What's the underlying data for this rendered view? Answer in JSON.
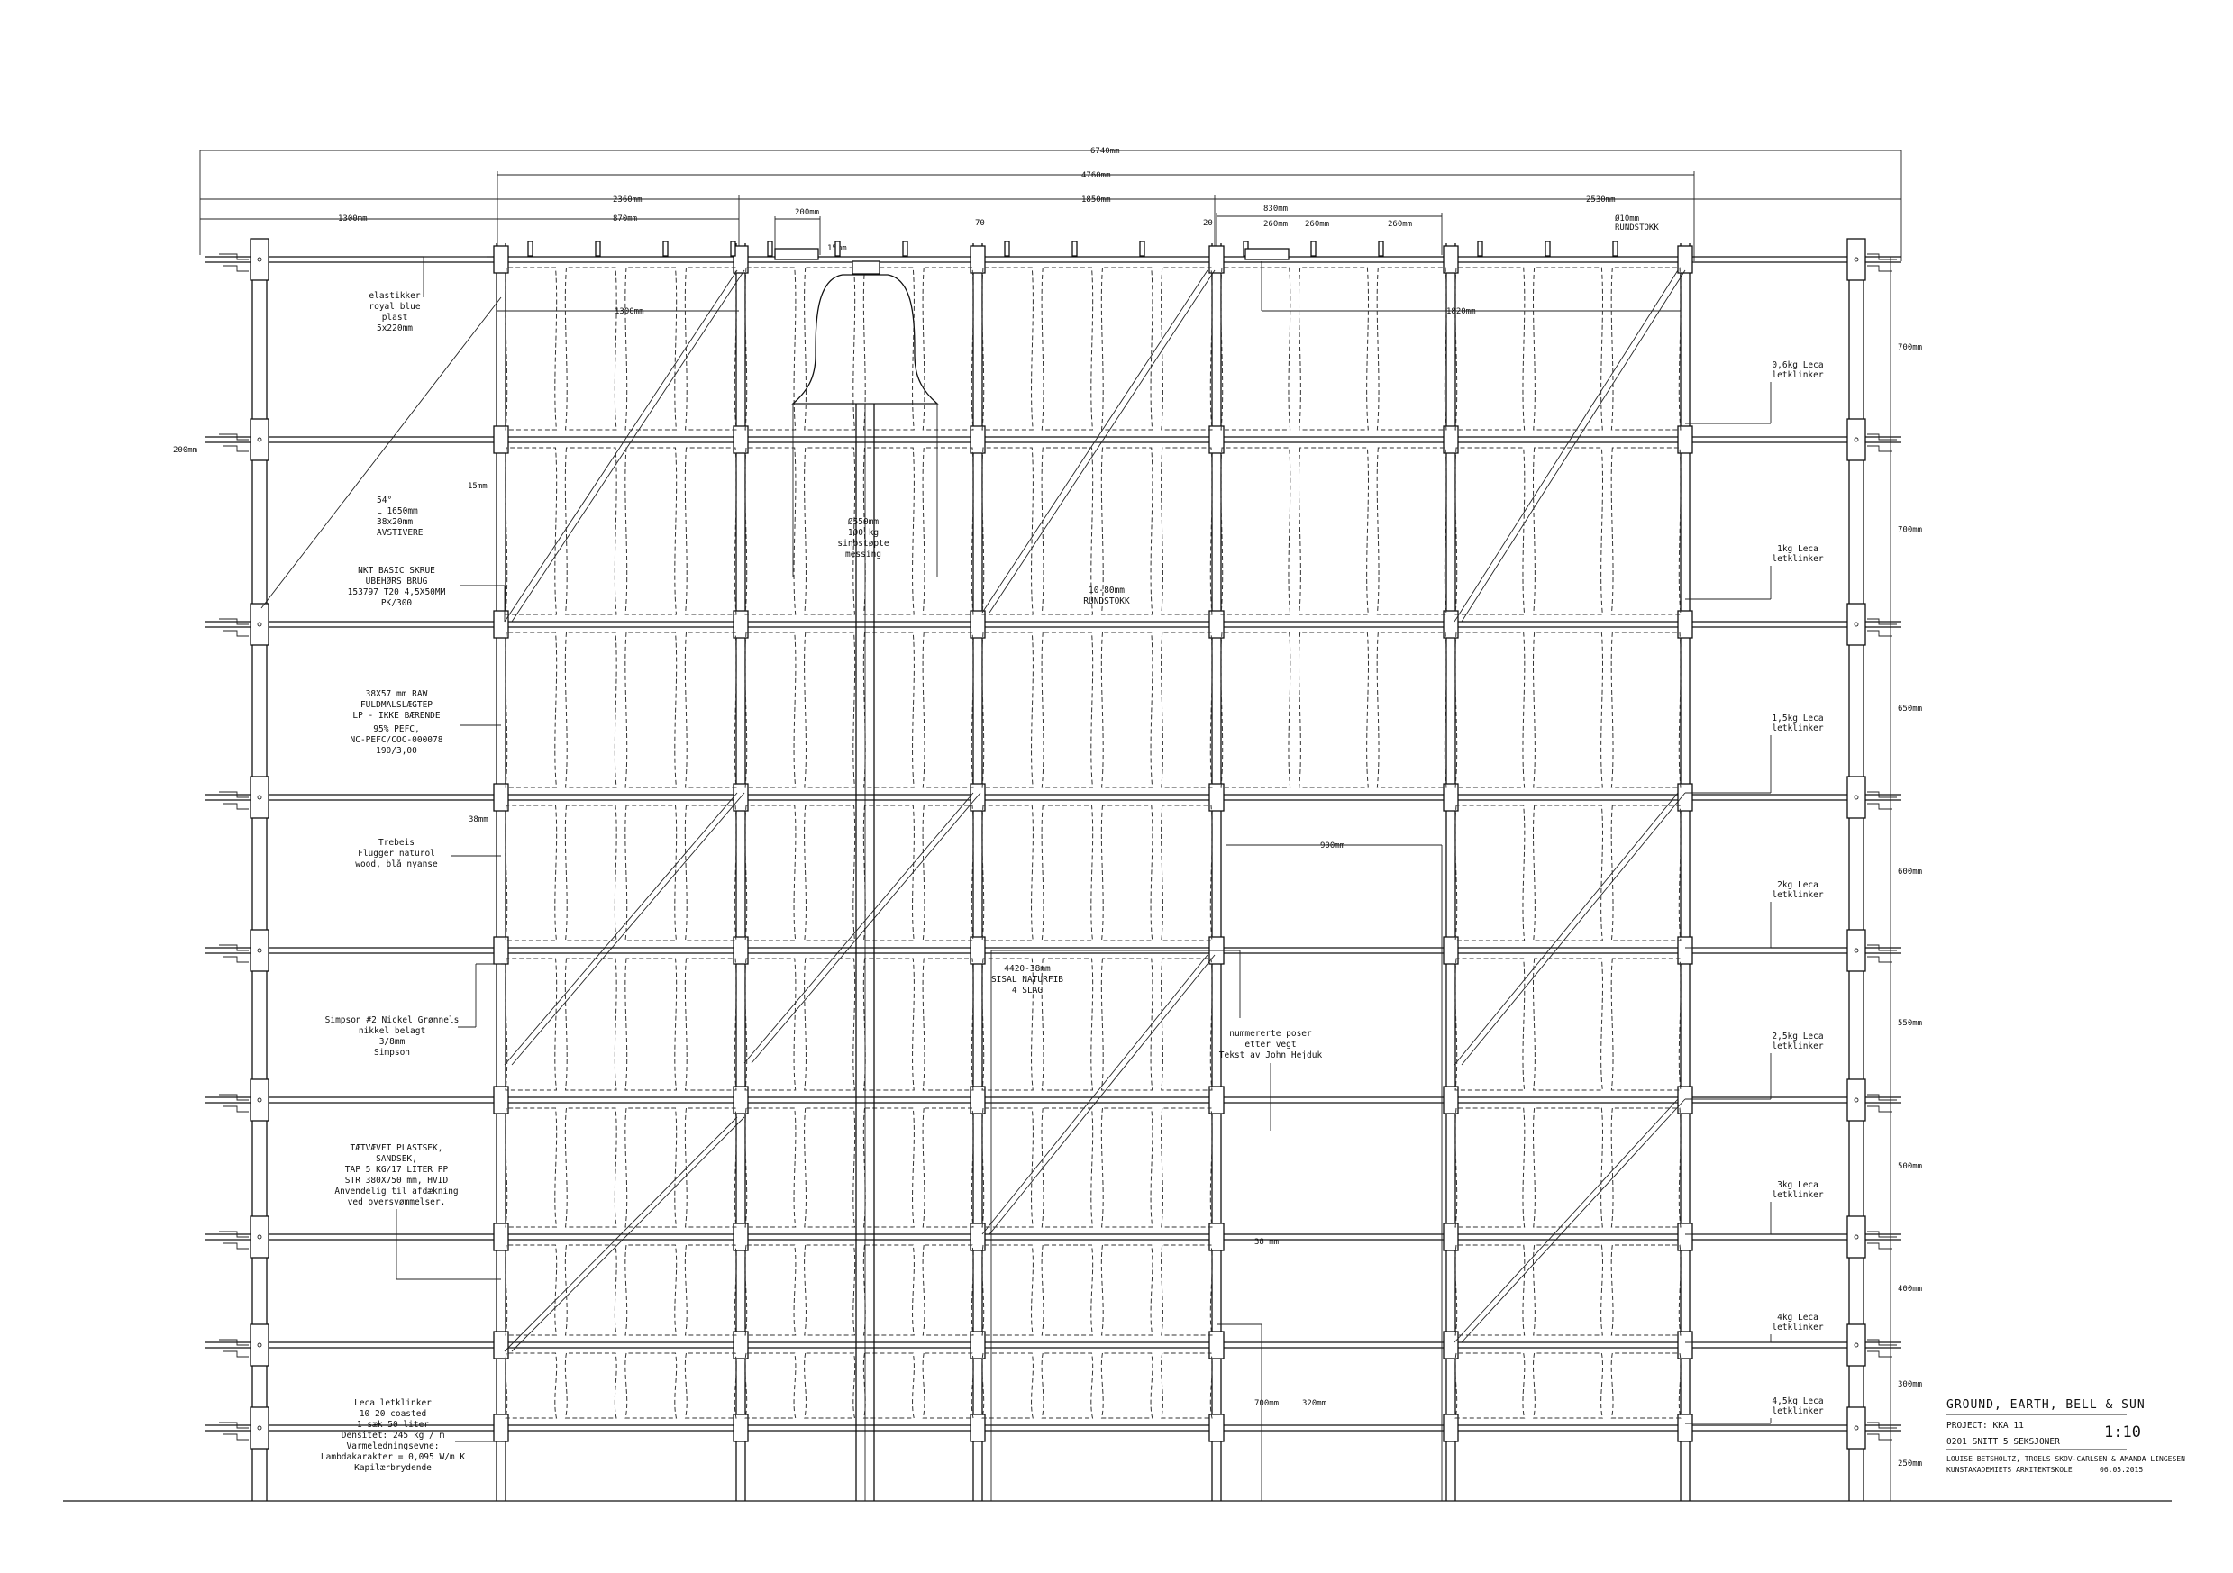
{
  "top_dimensions": [
    {
      "id": "total",
      "label": "6740mm"
    },
    {
      "id": "inner",
      "label": "4760mm"
    },
    {
      "id": "left",
      "label": "2360mm"
    },
    {
      "id": "mid",
      "label": "1850mm"
    },
    {
      "id": "right",
      "label": "2530mm"
    },
    {
      "id": "left_sub",
      "label": "1300mm"
    },
    {
      "id": "bay",
      "label": "870mm"
    },
    {
      "id": "clamp",
      "label": "200mm"
    },
    {
      "id": "gap15",
      "label": "15mm"
    },
    {
      "id": "d70",
      "label": "70"
    },
    {
      "id": "d20",
      "label": "20"
    },
    {
      "id": "d830",
      "label": "830mm"
    },
    {
      "id": "d260a",
      "label": "260mm"
    },
    {
      "id": "d260b",
      "label": "260mm"
    },
    {
      "id": "d260c",
      "label": "260mm"
    },
    {
      "id": "rod",
      "label": "Ø10mm"
    },
    {
      "id": "rod2",
      "label": "RUNDSTOKK"
    },
    {
      "id": "sub1300",
      "label": "1300mm"
    },
    {
      "id": "sub1820",
      "label": "1820mm"
    }
  ],
  "left_notes": [
    {
      "id": "elastic",
      "lines": [
        "elastikker",
        "royal blue",
        "plast",
        "5x220mm"
      ]
    },
    {
      "id": "angle",
      "lines": [
        "54°",
        "L 1650mm",
        "38x20mm",
        "AVSTIVERE"
      ]
    },
    {
      "id": "screw",
      "lines": [
        "NKT BASIC SKRUE",
        "UBEHØRS BRUG",
        "153797   T20 4,5X50MM",
        "PK/300"
      ]
    },
    {
      "id": "timber",
      "lines": [
        "38X57 mm RAW",
        "FULDMALSLÆGTEP",
        "LP - IKKE BÆRENDE",
        "",
        "95% PEFC,",
        "NC-PEFC/COC-000078",
        "190/3,00"
      ]
    },
    {
      "id": "paint",
      "lines": [
        "Trebeis",
        "Flugger naturol",
        "wood, blå nyanse"
      ]
    },
    {
      "id": "simpson",
      "lines": [
        "Simpson #2 Nickel Grønnels",
        "nikkel belagt",
        "3/8mm",
        "Simpson"
      ]
    },
    {
      "id": "bag",
      "lines": [
        "TÆTVÆVFT PLASTSEK,",
        "SANDSEK,",
        "TAP 5 KG/17 LITER PP",
        "STR 380X750 mm, HVID",
        "Anvendelig til afdækning",
        "ved oversvømmelser."
      ]
    },
    {
      "id": "leca",
      "lines": [
        "Leca letklinker",
        "10 20 coasted",
        "1 sæk 50 liter",
        "Densitet: 245 kg / m",
        "Varmeledningsevne:",
        "Lambdakarakter = 0,095 W/m K",
        "Kapilærbrydende"
      ]
    }
  ],
  "left_dims": [
    {
      "id": "d200",
      "label": "200mm"
    },
    {
      "id": "d15",
      "label": "15mm"
    },
    {
      "id": "d38",
      "label": "38mm"
    }
  ],
  "center_notes": [
    {
      "id": "bell",
      "lines": [
        "Ø550mm",
        "100 kg",
        "sinbstøpte",
        "messing"
      ]
    },
    {
      "id": "rod10",
      "lines": [
        "10-80mm",
        "RUNDSTOKK"
      ]
    },
    {
      "id": "rope",
      "lines": [
        "4420-38mm",
        "SISAL NATURFIB",
        "4 SLAG"
      ]
    },
    {
      "id": "bags_note",
      "lines": [
        "nummererte poser",
        "etter vegt",
        "Tekst av John Hejduk"
      ]
    }
  ],
  "center_dims": [
    {
      "id": "d900",
      "label": "900mm"
    },
    {
      "id": "d38b",
      "label": "38  mm"
    },
    {
      "id": "d700",
      "label": "700mm"
    },
    {
      "id": "d320",
      "label": "320mm"
    }
  ],
  "right_notes": [
    {
      "id": "r1",
      "lines": [
        "0,6kg Leca",
        "letklinker"
      ]
    },
    {
      "id": "r2",
      "lines": [
        "1kg Leca",
        "letklinker"
      ]
    },
    {
      "id": "r3",
      "lines": [
        "1,5kg Leca",
        "letklinker"
      ]
    },
    {
      "id": "r4",
      "lines": [
        "2kg Leca",
        "letklinker"
      ]
    },
    {
      "id": "r5",
      "lines": [
        "2,5kg Leca",
        "letklinker"
      ]
    },
    {
      "id": "r6",
      "lines": [
        "3kg Leca",
        "letklinker"
      ]
    },
    {
      "id": "r7",
      "lines": [
        "4kg Leca",
        "letklinker"
      ]
    },
    {
      "id": "r8",
      "lines": [
        "4,5kg Leca",
        "letklinker"
      ]
    }
  ],
  "right_dims": [
    "700mm",
    "700mm",
    "650mm",
    "600mm",
    "550mm",
    "500mm",
    "400mm",
    "300mm",
    "250mm"
  ],
  "title_block": {
    "title": "GROUND, EARTH, BELL & SUN",
    "project": "PROJECT: KKA 11",
    "sheet": "0201 SNITT 5 SEKSJONER",
    "scale": "1:10",
    "authors": "LOUISE BETSHOLTZ, TROELS SKOV-CARLSEN & AMANDA LINGESEN",
    "school": "KUNSTAKADEMIETS ARKITEKTSKOLE",
    "date": "06.05.2015"
  }
}
